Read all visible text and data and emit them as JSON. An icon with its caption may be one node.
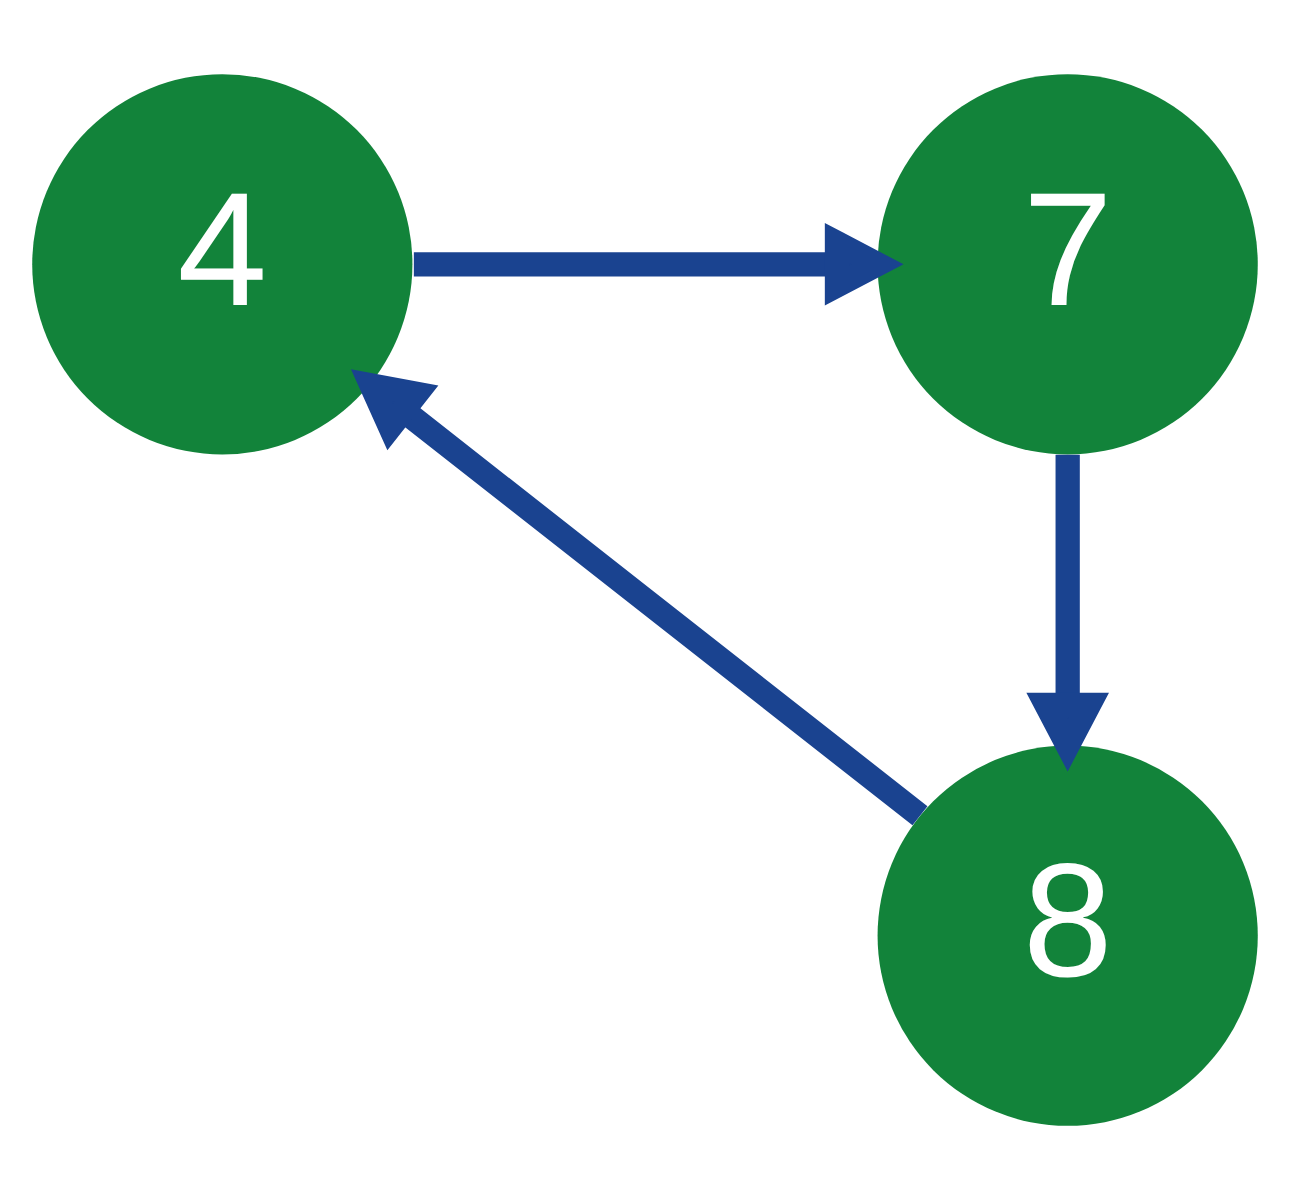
{
  "diagram": {
    "nodes": [
      {
        "text": [
          "4"
        ]
      },
      {
        "text": [
          "7"
        ]
      },
      {
        "text": [
          "8"
        ]
      }
    ],
    "edges": [
      {
        "from": 0,
        "to": 1,
        "arrow": "to"
      },
      {
        "from": 1,
        "to": 2,
        "arrow": "to"
      },
      {
        "from": 2,
        "to": 0,
        "arrow": "to"
      }
    ]
  }
}
